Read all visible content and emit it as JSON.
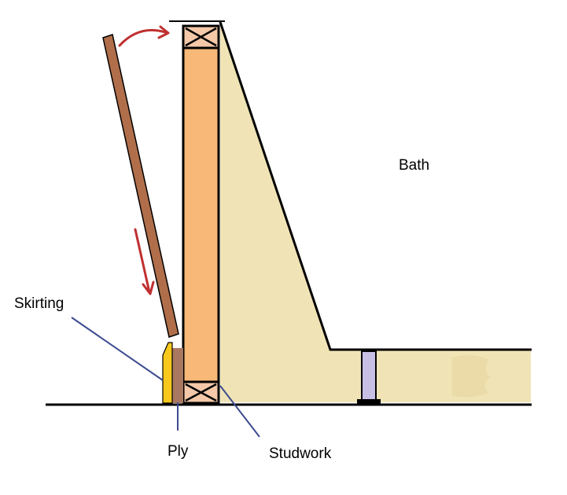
{
  "labels": {
    "bath": "Bath",
    "skirting": "Skirting",
    "ply": "Ply",
    "studwork": "Studwork"
  },
  "colors": {
    "bath_fill": "#f0e4b6",
    "stud_fill": "#f8b878",
    "block_fill": "#f4c8a8",
    "board": "#b06e4a",
    "skirting": "#f8c81c",
    "ply": "#a87860",
    "leg": "#c8c0e4",
    "arrow": "#c03030",
    "leader": "#3c4a90",
    "outline": "#000000"
  }
}
